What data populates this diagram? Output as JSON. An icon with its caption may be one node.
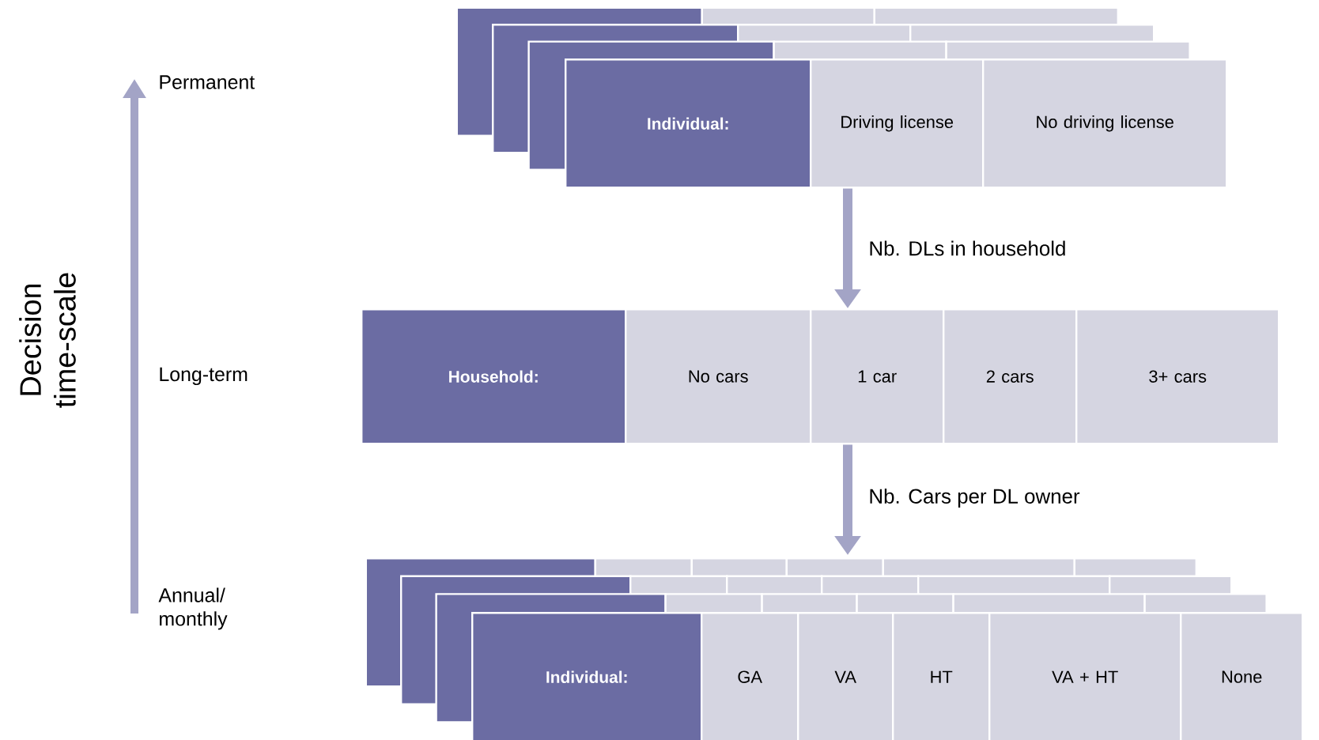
{
  "diagram": {
    "nodes": [
      {
        "text": [
          "Individual:"
        ]
      },
      {
        "text": [
          "Driving license"
        ]
      },
      {
        "text": [
          "No driving license"
        ]
      },
      {
        "text": [
          "Household:"
        ]
      },
      {
        "text": [
          "No cars"
        ]
      },
      {
        "text": [
          "1 car"
        ]
      },
      {
        "text": [
          "2 cars"
        ]
      },
      {
        "text": [
          "3+ cars"
        ]
      },
      {
        "text": [
          "Individual:"
        ]
      },
      {
        "text": [
          "GA"
        ]
      },
      {
        "text": [
          "VA"
        ]
      },
      {
        "text": [
          "HT"
        ]
      },
      {
        "text": [
          "VA + HT"
        ]
      },
      {
        "text": [
          "None"
        ]
      }
    ],
    "edges": [
      {
        "from": 1,
        "to": 5,
        "arrow": "to",
        "label": "Nb. DLs in household"
      },
      {
        "from": 5,
        "to": null,
        "arrow": "to",
        "label": "Nb. Cars per DL owner"
      }
    ],
    "labels": [
      "Decision time-scale",
      "Permanent",
      "Long-term",
      "Annual/ monthly"
    ]
  }
}
